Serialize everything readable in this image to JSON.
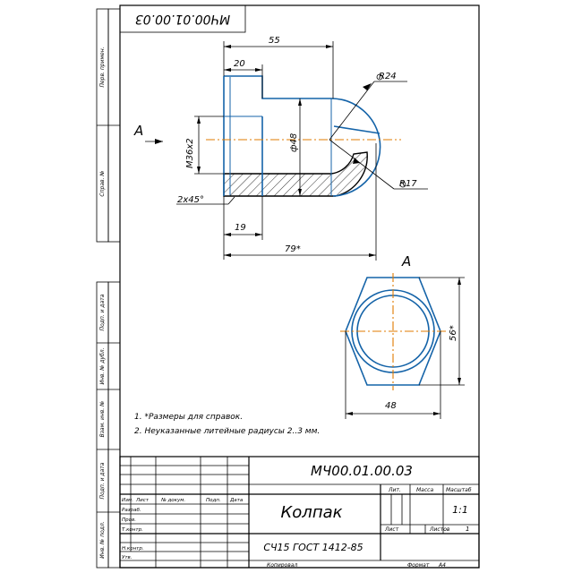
{
  "drawing": {
    "top_code_rotated": "МЧ00.01.00.03",
    "view_label_left": "А",
    "view_label_right": "А",
    "dims": {
      "d55": "55",
      "d20": "20",
      "r24": "R24",
      "r17": "R17",
      "phi48": "ф48",
      "m36": "М36х2",
      "chamfer": "2х45°",
      "d19": "19",
      "d79": "79*",
      "d56": "56*",
      "d48": "48"
    },
    "notes": [
      "1.  *Размеры для справок.",
      "2.  Неуказанные литейные радиусы 2..3 мм."
    ]
  },
  "side_strip": {
    "perv_primen": "Перв. примен.",
    "sprav_no": "Справ. №",
    "podp_data_1": "Подп. и дата",
    "inv_dubl": "Инв. № дубл.",
    "vzam_inv": "Взам. инв. №",
    "podp_data_2": "Подп. и дата",
    "inv_podl": "Инв. № подл."
  },
  "title_block": {
    "designation": "МЧ00.01.00.03",
    "name": "Колпак",
    "material": "СЧ15 ГОСТ 1412-85",
    "col_headers": {
      "izm": "Изм.",
      "list": "Лист",
      "doc_no": "№ докум.",
      "podp": "Подп.",
      "data": "Дата"
    },
    "roles": {
      "razrab": "Разраб.",
      "prov": "Пров.",
      "tkontr": "Т.контр.",
      "nkontr": "Н.контр.",
      "utv": "Утв."
    },
    "lit_label": "Лит.",
    "massa_label": "Масса",
    "masshtab_label": "Масштаб",
    "scale_value": "1:1",
    "sheet_label": "Лист",
    "sheets_label": "Листов",
    "sheets_value": "1",
    "kopiroval": "Копировал",
    "format_label": "Формат",
    "format_value": "А4"
  }
}
